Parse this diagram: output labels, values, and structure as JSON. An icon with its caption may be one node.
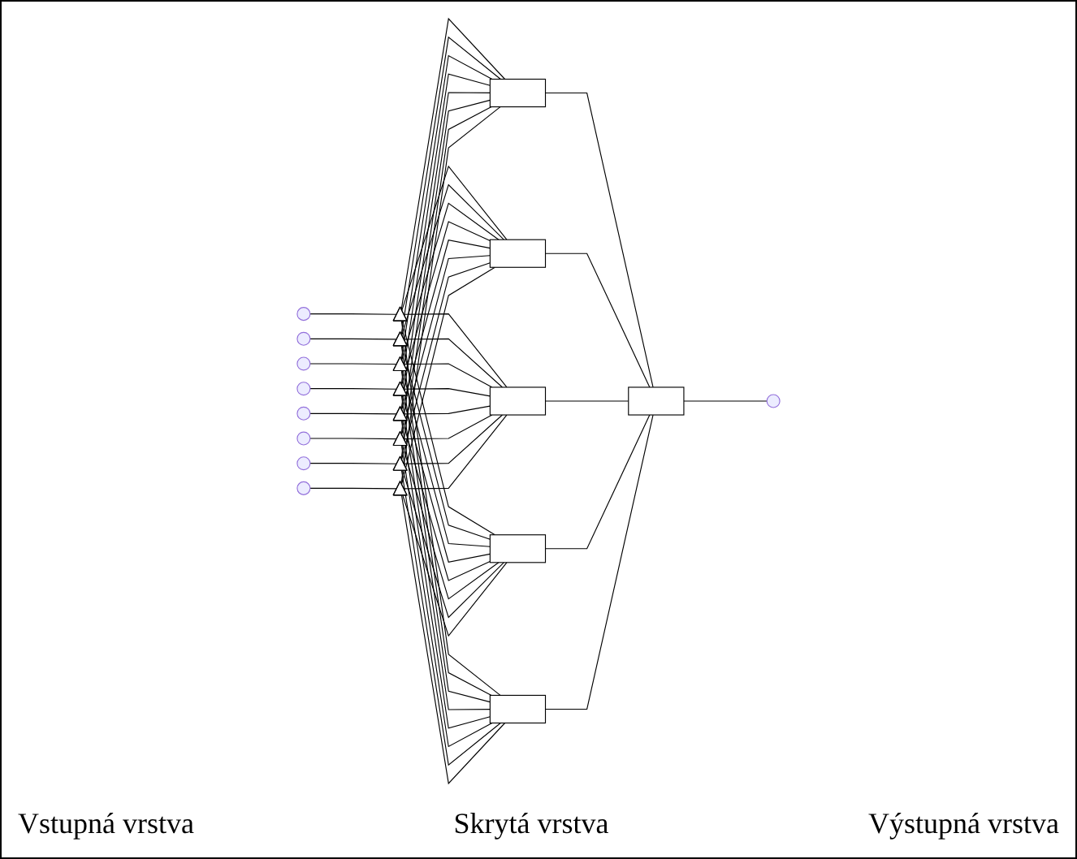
{
  "diagram": {
    "nodes": [
      {
        "text": [],
        "shape": "circle"
      },
      {
        "text": [],
        "shape": "circle"
      },
      {
        "text": [],
        "shape": "circle"
      },
      {
        "text": [],
        "shape": "circle"
      },
      {
        "text": [],
        "shape": "circle"
      },
      {
        "text": [],
        "shape": "circle"
      },
      {
        "text": [],
        "shape": "circle"
      },
      {
        "text": [],
        "shape": "circle"
      },
      {
        "text": [],
        "shape": "triangle"
      },
      {
        "text": [],
        "shape": "triangle"
      },
      {
        "text": [],
        "shape": "triangle"
      },
      {
        "text": [],
        "shape": "triangle"
      },
      {
        "text": [],
        "shape": "triangle"
      },
      {
        "text": [],
        "shape": "triangle"
      },
      {
        "text": [],
        "shape": "triangle"
      },
      {
        "text": [],
        "shape": "triangle"
      },
      {
        "text": [],
        "shape": "box"
      },
      {
        "text": [],
        "shape": "box"
      },
      {
        "text": [],
        "shape": "box"
      },
      {
        "text": [],
        "shape": "box"
      },
      {
        "text": [],
        "shape": "box"
      },
      {
        "text": [],
        "shape": "box"
      },
      {
        "text": [],
        "shape": "circle"
      }
    ],
    "edges": [
      {
        "from": 0,
        "to": 8,
        "arrow": "none"
      },
      {
        "from": 1,
        "to": 9,
        "arrow": "none"
      },
      {
        "from": 2,
        "to": 10,
        "arrow": "none"
      },
      {
        "from": 3,
        "to": 11,
        "arrow": "none"
      },
      {
        "from": 4,
        "to": 12,
        "arrow": "none"
      },
      {
        "from": 5,
        "to": 13,
        "arrow": "none"
      },
      {
        "from": 6,
        "to": 14,
        "arrow": "none"
      },
      {
        "from": 7,
        "to": 15,
        "arrow": "none"
      },
      {
        "from": 8,
        "to": 16,
        "arrow": "none"
      },
      {
        "from": 8,
        "to": 17,
        "arrow": "none"
      },
      {
        "from": 8,
        "to": 18,
        "arrow": "none"
      },
      {
        "from": 8,
        "to": 19,
        "arrow": "none"
      },
      {
        "from": 8,
        "to": 20,
        "arrow": "none"
      },
      {
        "from": 9,
        "to": 16,
        "arrow": "none"
      },
      {
        "from": 9,
        "to": 17,
        "arrow": "none"
      },
      {
        "from": 9,
        "to": 18,
        "arrow": "none"
      },
      {
        "from": 9,
        "to": 19,
        "arrow": "none"
      },
      {
        "from": 9,
        "to": 20,
        "arrow": "none"
      },
      {
        "from": 10,
        "to": 16,
        "arrow": "none"
      },
      {
        "from": 10,
        "to": 17,
        "arrow": "none"
      },
      {
        "from": 10,
        "to": 18,
        "arrow": "none"
      },
      {
        "from": 10,
        "to": 19,
        "arrow": "none"
      },
      {
        "from": 10,
        "to": 20,
        "arrow": "none"
      },
      {
        "from": 11,
        "to": 16,
        "arrow": "none"
      },
      {
        "from": 11,
        "to": 17,
        "arrow": "none"
      },
      {
        "from": 11,
        "to": 18,
        "arrow": "none"
      },
      {
        "from": 11,
        "to": 19,
        "arrow": "none"
      },
      {
        "from": 11,
        "to": 20,
        "arrow": "none"
      },
      {
        "from": 12,
        "to": 16,
        "arrow": "none"
      },
      {
        "from": 12,
        "to": 17,
        "arrow": "none"
      },
      {
        "from": 12,
        "to": 18,
        "arrow": "none"
      },
      {
        "from": 12,
        "to": 19,
        "arrow": "none"
      },
      {
        "from": 12,
        "to": 20,
        "arrow": "none"
      },
      {
        "from": 13,
        "to": 16,
        "arrow": "none"
      },
      {
        "from": 13,
        "to": 17,
        "arrow": "none"
      },
      {
        "from": 13,
        "to": 18,
        "arrow": "none"
      },
      {
        "from": 13,
        "to": 19,
        "arrow": "none"
      },
      {
        "from": 13,
        "to": 20,
        "arrow": "none"
      },
      {
        "from": 14,
        "to": 16,
        "arrow": "none"
      },
      {
        "from": 14,
        "to": 17,
        "arrow": "none"
      },
      {
        "from": 14,
        "to": 18,
        "arrow": "none"
      },
      {
        "from": 14,
        "to": 19,
        "arrow": "none"
      },
      {
        "from": 14,
        "to": 20,
        "arrow": "none"
      },
      {
        "from": 15,
        "to": 16,
        "arrow": "none"
      },
      {
        "from": 15,
        "to": 17,
        "arrow": "none"
      },
      {
        "from": 15,
        "to": 18,
        "arrow": "none"
      },
      {
        "from": 15,
        "to": 19,
        "arrow": "none"
      },
      {
        "from": 15,
        "to": 20,
        "arrow": "none"
      },
      {
        "from": 16,
        "to": 21,
        "arrow": "none"
      },
      {
        "from": 17,
        "to": 21,
        "arrow": "none"
      },
      {
        "from": 18,
        "to": 21,
        "arrow": "none"
      },
      {
        "from": 19,
        "to": 21,
        "arrow": "none"
      },
      {
        "from": 20,
        "to": 21,
        "arrow": "none"
      },
      {
        "from": 21,
        "to": 22,
        "arrow": "none"
      }
    ],
    "labels": [
      "Vstupná vrstva",
      "Skrytá vrstva",
      "Výstupná vrstva"
    ]
  }
}
